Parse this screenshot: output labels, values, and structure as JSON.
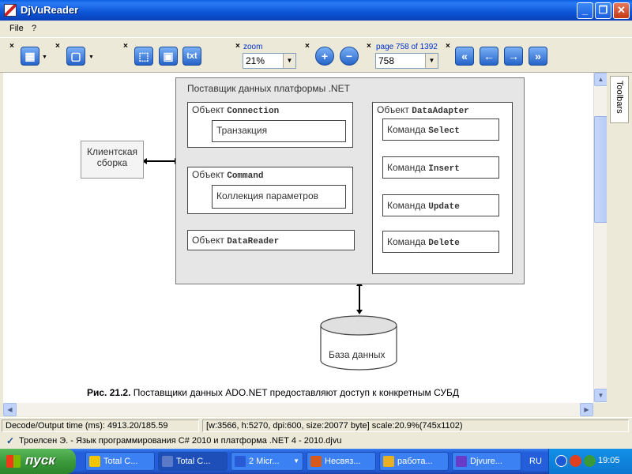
{
  "window": {
    "title": "DjVuReader",
    "buttons": {
      "minimize": "_",
      "maximize": "❐",
      "close": "✕"
    }
  },
  "menu": {
    "items": [
      "File",
      "?"
    ]
  },
  "toolbar": {
    "close_glyph": "×",
    "zoom_label": "zoom",
    "zoom_value": "21%",
    "page_label": "page 758 of 1392",
    "page_value": "758",
    "text_button": "txt",
    "nav": {
      "first": "«",
      "prev": "←",
      "next": "→",
      "last": "»"
    }
  },
  "document": {
    "provider_title": "Поставщик данных платформы .NET",
    "client": [
      "Клиентская",
      "сборка"
    ],
    "connection": {
      "prefix": "Объект",
      "name": "Connection",
      "child": "Транзакция"
    },
    "command": {
      "prefix": "Объект",
      "name": "Command",
      "child": "Коллекция параметров"
    },
    "datareader": {
      "prefix": "Объект",
      "name": "DataReader"
    },
    "dataadapter": {
      "prefix": "Объект",
      "name": "DataAdapter",
      "commands": [
        {
          "prefix": "Команда",
          "name": "Select"
        },
        {
          "prefix": "Команда",
          "name": "Insert"
        },
        {
          "prefix": "Команда",
          "name": "Update"
        },
        {
          "prefix": "Команда",
          "name": "Delete"
        }
      ]
    },
    "database": "База данных",
    "caption_label": "Рис. 21.2.",
    "caption_text": "Поставщики данных ADO.NET предоставляют доступ к конкретным СУБД"
  },
  "sidepanel": {
    "toolbars_tab": "Toolbars"
  },
  "status": {
    "decode_time": "Decode/Output time (ms): 4913.20/185.59",
    "info": "[w:3566, h:5270, dpi:600, size:20077 byte] scale:20.9%(745x1102)"
  },
  "file": {
    "name": "Троелсен Э. - Язык программирования C# 2010 и платформа .NET 4 - 2010.djvu"
  },
  "taskbar": {
    "start": "пуск",
    "tasks": [
      {
        "label": "Total C...",
        "color": "#f5c400"
      },
      {
        "label": "Total C...",
        "color": "#5a7ac8"
      },
      {
        "label": "2 Micr...",
        "color": "#2a5bd7"
      },
      {
        "label": "Несвяз...",
        "color": "#d85a1a"
      },
      {
        "label": "работа...",
        "color": "#e8b020"
      },
      {
        "label": "Djvure...",
        "color": "#6a3ac8"
      },
      {
        "label": "",
        "color": "#3a9a3a"
      }
    ],
    "lang": "RU",
    "clock": "19:05"
  }
}
